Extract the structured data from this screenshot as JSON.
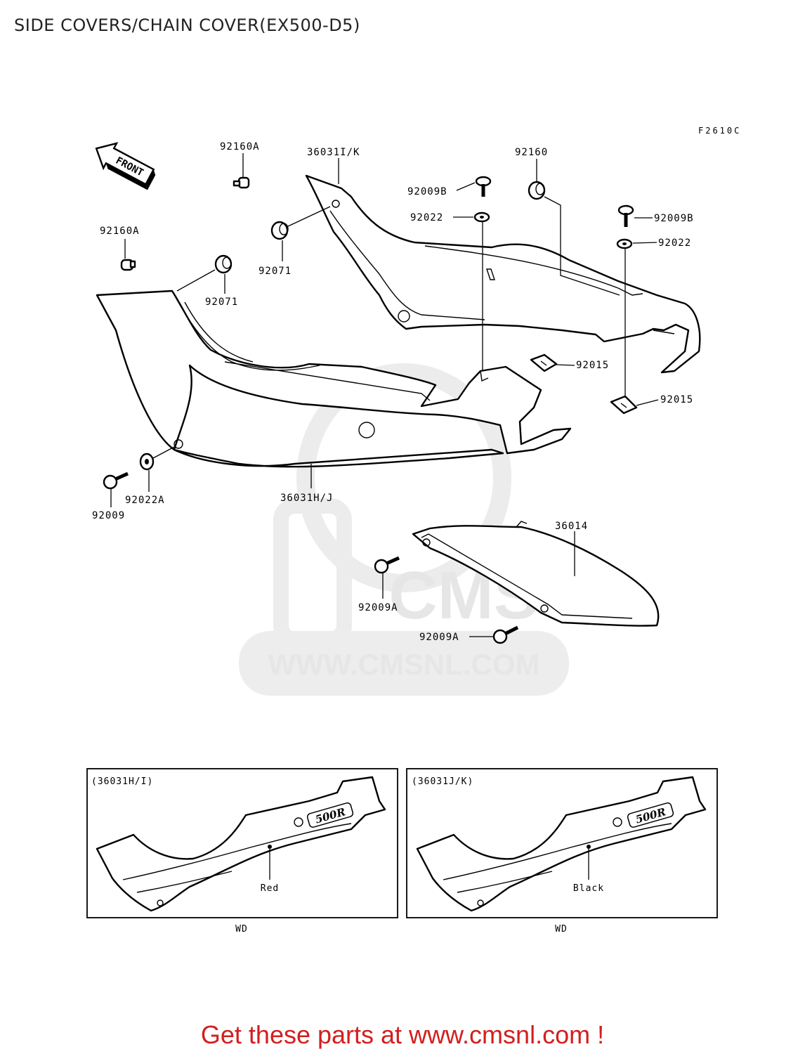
{
  "page": {
    "title": "SIDE COVERS/CHAIN COVER(EX500-D5)",
    "reference_code": "F2610C",
    "footer": "Get these parts at www.cmsnl.com !"
  },
  "watermark": {
    "text": "WWW.CMSNL.COM",
    "logo": "CMS"
  },
  "front_arrow": "FRONT",
  "callouts": [
    {
      "id": "c-92160a-top",
      "label": "92160A"
    },
    {
      "id": "c-36031ik",
      "label": "36031I/K"
    },
    {
      "id": "c-92160",
      "label": "92160"
    },
    {
      "id": "c-92009b-mid",
      "label": "92009B"
    },
    {
      "id": "c-92022-mid",
      "label": "92022"
    },
    {
      "id": "c-92009b-right",
      "label": "92009B"
    },
    {
      "id": "c-92022-right",
      "label": "92022"
    },
    {
      "id": "c-92160a-left",
      "label": "92160A"
    },
    {
      "id": "c-92071-center",
      "label": "92071"
    },
    {
      "id": "c-92071-left",
      "label": "92071"
    },
    {
      "id": "c-92015-mid",
      "label": "92015"
    },
    {
      "id": "c-92015-right",
      "label": "92015"
    },
    {
      "id": "c-92022a",
      "label": "92022A"
    },
    {
      "id": "c-92009",
      "label": "92009"
    },
    {
      "id": "c-36031hj",
      "label": "36031H/J"
    },
    {
      "id": "c-36014",
      "label": "36014"
    },
    {
      "id": "c-92009a-1",
      "label": "92009A"
    },
    {
      "id": "c-92009a-2",
      "label": "92009A"
    }
  ],
  "variants": [
    {
      "header": "(36031H/I)",
      "color": "Red",
      "code": "WD",
      "emblem": "500R"
    },
    {
      "header": "(36031J/K)",
      "color": "Black",
      "code": "WD",
      "emblem": "500R"
    }
  ]
}
